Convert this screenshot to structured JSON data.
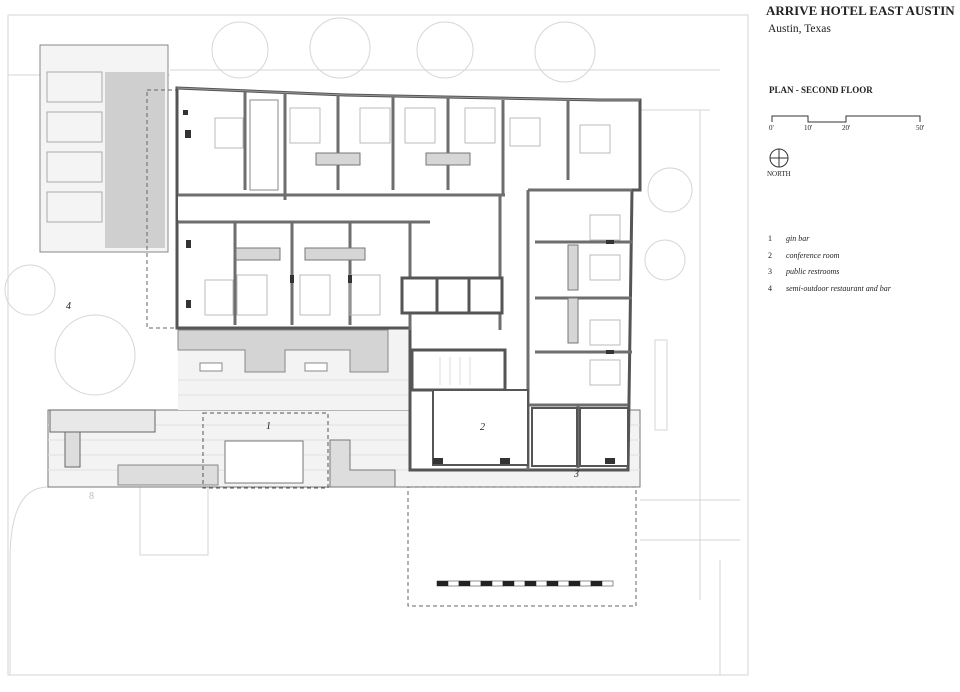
{
  "header": {
    "title": "ARRIVE HOTEL EAST AUSTIN",
    "subtitle": "Austin, Texas",
    "plan_title": "PLAN - SECOND FLOOR"
  },
  "scale_bar": {
    "ticks": [
      "0'",
      "10'",
      "20'",
      "50'"
    ]
  },
  "north_arrow": {
    "label": "NORTH",
    "icon": "compass-north-icon"
  },
  "legend": [
    {
      "number": "1",
      "label": "gin bar"
    },
    {
      "number": "2",
      "label": "conference room"
    },
    {
      "number": "3",
      "label": "public restrooms"
    },
    {
      "number": "4",
      "label": "semi-outdoor restaurant and bar"
    }
  ],
  "plan_labels": {
    "one": "1",
    "two": "2",
    "three": "3",
    "four": "4",
    "eight": "8"
  },
  "colors": {
    "wall": "#6e6e6e",
    "wall_dark": "#333333",
    "fill_grey": "#d4d4d4",
    "line_light": "#c8c8c8"
  }
}
